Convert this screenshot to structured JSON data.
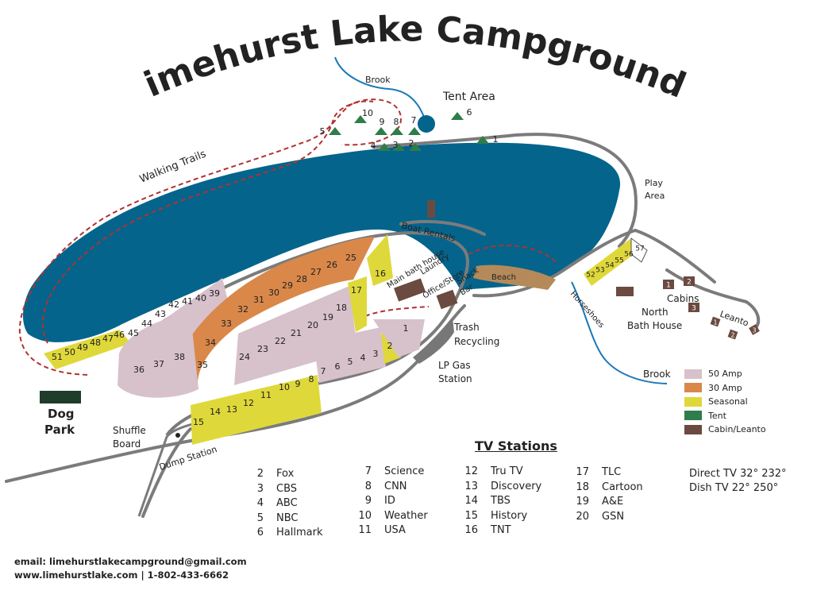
{
  "title": "Limehurst Lake Campground",
  "labels": {
    "brook_top": "Brook",
    "tent_area": "Tent Area",
    "walking_trails": "Walking Trails",
    "play_area_1": "Play",
    "play_area_2": "Area",
    "boat_rentals": "Boat Rentals",
    "main_bath_1": "Main bath house",
    "main_bath_2": "Laundry",
    "office_1": "Office/Store",
    "office_2": "Snack",
    "office_3": "Bar",
    "beach": "Beach",
    "cabins": "Cabins",
    "north_bath_1": "North",
    "north_bath_2": "Bath House",
    "horseshoes": "Horseshoes",
    "leanto": "Leanto",
    "trash_1": "Trash",
    "trash_2": "Recycling",
    "lp_1": "LP Gas",
    "lp_2": "Station",
    "brook_bottom": "Brook",
    "dog_park_1": "Dog",
    "dog_park_2": "Park",
    "shuffle_1": "Shuffle",
    "shuffle_2": "Board",
    "dump_station": "Dump Station"
  },
  "tent_sites": [
    "1",
    "2",
    "3",
    "4",
    "5",
    "6",
    "7",
    "8",
    "9",
    "10"
  ],
  "cabin_numbers": [
    "1",
    "2",
    "3"
  ],
  "leanto_numbers": [
    "1",
    "2",
    "3"
  ],
  "sites": {
    "fifty_amp_upper": [
      "45",
      "44",
      "43",
      "42",
      "41",
      "40",
      "39"
    ],
    "seasonal_left": [
      "51",
      "50",
      "49",
      "48",
      "47",
      "46"
    ],
    "thirty_amp_arc": [
      "35",
      "34",
      "33",
      "32",
      "31",
      "30",
      "29",
      "28",
      "27",
      "26",
      "25"
    ],
    "fifty_amp_left": [
      "36",
      "37",
      "38"
    ],
    "fifty_amp_mid": [
      "24",
      "23",
      "22",
      "21",
      "20",
      "19",
      "18"
    ],
    "seasonal_mid": [
      "17",
      "16"
    ],
    "fifty_amp_low": [
      "6",
      "5",
      "4",
      "3"
    ],
    "seasonal_low": [
      "15",
      "14",
      "13",
      "12",
      "11",
      "10",
      "9",
      "8",
      "7"
    ],
    "seasonal_east": [
      "2"
    ],
    "fifty_amp_east": [
      "1"
    ],
    "seasonal_north": [
      "52",
      "53",
      "54",
      "55",
      "56"
    ],
    "north_plain": [
      "57"
    ]
  },
  "legend": [
    {
      "label": "50 Amp",
      "color": "#d7c1cb"
    },
    {
      "label": "30 Amp",
      "color": "#d9884a"
    },
    {
      "label": "Seasonal",
      "color": "#dfd83a"
    },
    {
      "label": "Tent",
      "color": "#2e7d4a"
    },
    {
      "label": "Cabin/Leanto",
      "color": "#6b4a40"
    }
  ],
  "colors": {
    "lake": "#04648c",
    "road": "#7b7b7b",
    "trail": "#b03232",
    "fifty_amp": "#d7c1cb",
    "thirty_amp": "#d9884a",
    "seasonal": "#dfd83a",
    "tent": "#2e7d4a",
    "cabin": "#6b4a40",
    "dog_park": "#1f3d2a",
    "beach": "#b48a5a",
    "brook": "#1a78b8"
  },
  "tv_stations": {
    "title": "TV Stations",
    "columns": [
      [
        {
          "num": "2",
          "name": "Fox"
        },
        {
          "num": "3",
          "name": "CBS"
        },
        {
          "num": "4",
          "name": "ABC"
        },
        {
          "num": "5",
          "name": "NBC"
        },
        {
          "num": "6",
          "name": "Hallmark"
        }
      ],
      [
        {
          "num": "7",
          "name": "Science"
        },
        {
          "num": "8",
          "name": "CNN"
        },
        {
          "num": "9",
          "name": "ID"
        },
        {
          "num": "10",
          "name": "Weather"
        },
        {
          "num": "11",
          "name": "USA"
        }
      ],
      [
        {
          "num": "12",
          "name": "Tru TV"
        },
        {
          "num": "13",
          "name": "Discovery"
        },
        {
          "num": "14",
          "name": "TBS"
        },
        {
          "num": "15",
          "name": "History"
        },
        {
          "num": "16",
          "name": "TNT"
        }
      ],
      [
        {
          "num": "17",
          "name": "TLC"
        },
        {
          "num": "18",
          "name": "Cartoon"
        },
        {
          "num": "19",
          "name": "A&E"
        },
        {
          "num": "20",
          "name": "GSN"
        }
      ]
    ]
  },
  "satellite": {
    "direct_tv": "Direct TV 32°  232°",
    "dish_tv": "Dish TV 22°  250°"
  },
  "contact": {
    "email": "email: limehurstlakecampground@gmail.com",
    "web_phone": "www.limehurstlake.com  |  1-802-433-6662"
  }
}
